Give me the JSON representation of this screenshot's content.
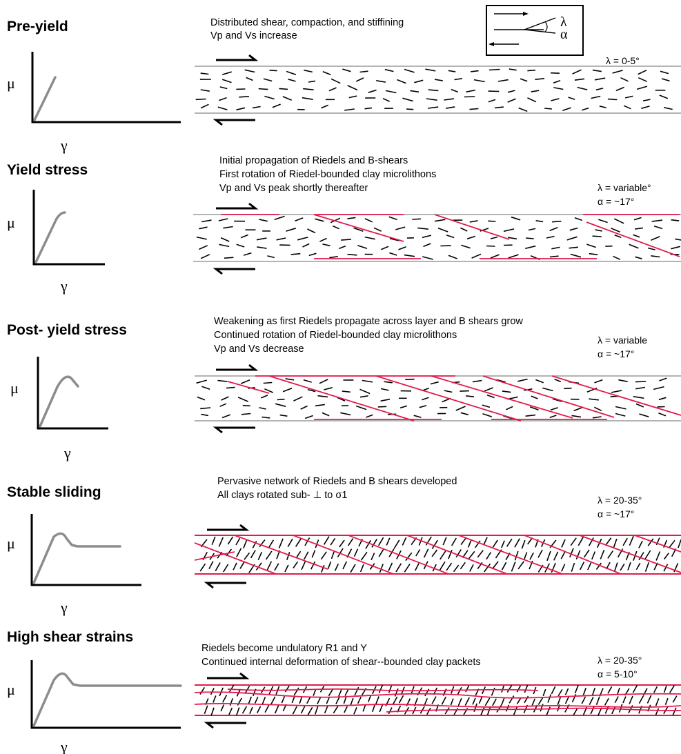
{
  "panels": [
    {
      "title": "Pre-yield",
      "description": [
        "Distributed shear, compaction, and stiffining",
        "Vp and Vs increase"
      ],
      "angles": [
        "λ = 0-5°"
      ],
      "y_axis_symbol": "μ",
      "x_axis_symbol": "γ",
      "stage": "pre-yield"
    },
    {
      "title": "Yield stress",
      "description": [
        "Initial propagation of Riedels and B-shears",
        "First rotation of Riedel-bounded clay microlithons",
        "Vp and Vs peak shortly thereafter"
      ],
      "angles": [
        "λ = variable°",
        "α = ~17°"
      ],
      "y_axis_symbol": "μ",
      "x_axis_symbol": "γ",
      "stage": "yield"
    },
    {
      "title": "Post- yield stress",
      "description": [
        "Weakening as first Riedels propagate across layer and B shears grow",
        "Continued rotation of Riedel-bounded clay microlithons",
        "Vp and Vs decrease"
      ],
      "angles": [
        "λ = variable",
        "α = ~17°"
      ],
      "y_axis_symbol": "μ",
      "x_axis_symbol": "γ",
      "stage": "post-yield"
    },
    {
      "title": "Stable sliding",
      "description": [
        "Pervasive network of Riedels and B shears developed",
        "All clays rotated sub- ⊥ to σ1"
      ],
      "angles": [
        "λ = 20-35°",
        "α = ~17°"
      ],
      "y_axis_symbol": "μ",
      "x_axis_symbol": "γ",
      "stage": "stable"
    },
    {
      "title": "High shear strains",
      "description": [
        "Riedels become undulatory R1 and Y",
        "Continued internal deformation of shear--bounded clay packets"
      ],
      "angles": [
        "λ = 20-35°",
        "α = 5-10°"
      ],
      "y_axis_symbol": "μ",
      "x_axis_symbol": "γ",
      "stage": "high"
    }
  ],
  "key": {
    "lambda_symbol": "λ",
    "alpha_symbol": "α"
  },
  "colors": {
    "riedel": "#e31b4c",
    "curve": "#8c8c8c",
    "boundary": "#9a9a9a"
  }
}
